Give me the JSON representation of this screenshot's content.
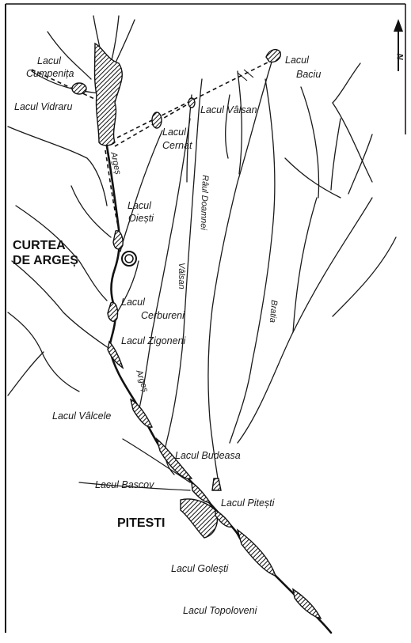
{
  "map": {
    "labels": {
      "cumpenita_1": "Lacul",
      "cumpenita_2": "Cumpenița",
      "baciu_1": "Lacul",
      "baciu_2": "Baciu",
      "vidraru": "Lacul Vidraru",
      "valsan_lake": "Lacul Vâlsan",
      "cernat_1": "Lacul",
      "cernat_2": "Cernat",
      "arges_upper": "Argeș",
      "doamnei": "Râul Doamnei",
      "oiesti_1": "Lacul",
      "oiesti_2": "Oiești",
      "curtea_1": "CURTEA",
      "curtea_2": "DE ARGEȘ",
      "valsan_river": "Vâlsan",
      "bratia": "Bratia",
      "cerbureni_1": "Lacul",
      "cerbureni_2": "Cerbureni",
      "zigoneni": "Lacul Zigoneni",
      "arges_lower": "Argeș",
      "valcele": "Lacul Vâlcele",
      "budeasa": "Lacul Budeasa",
      "bascov": "Lacul Bascov",
      "pitesti_lake": "Lacul Pitești",
      "pitesti_city": "PITESTI",
      "golesti": "Lacul Golești",
      "topoloveni": "Lacul Topoloveni",
      "north": "N"
    }
  }
}
